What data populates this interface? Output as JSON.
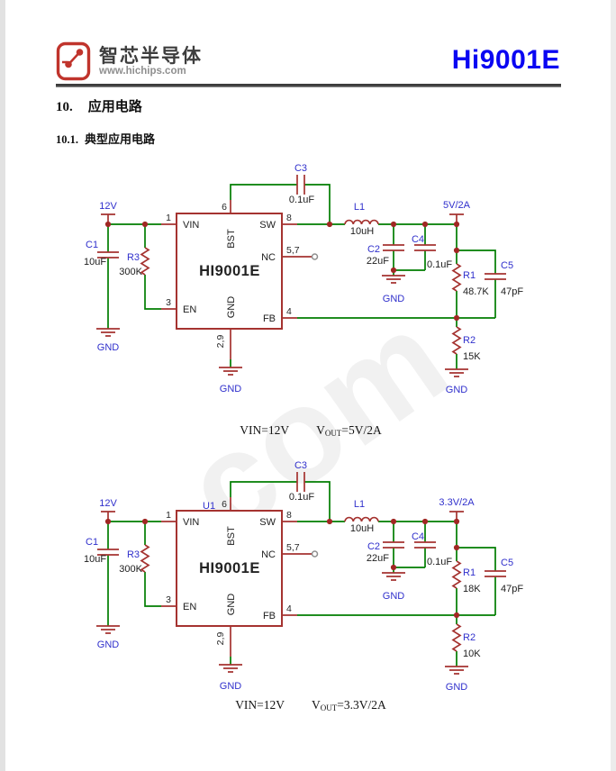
{
  "header": {
    "company": "智芯半导体",
    "website": "www.hichips.com",
    "part_number": "Hi9001E",
    "accent_blue": "#0a06f2",
    "logo_red": "#c0342c"
  },
  "sections": {
    "h1_num": "10.",
    "h1_title": "应用电路",
    "h2_num": "10.1.",
    "h2_title": "典型应用电路"
  },
  "watermark": "com",
  "colors": {
    "wire_green": "#007d00",
    "component_red": "#a53330",
    "label_blue": "#3030cc"
  },
  "circuits": [
    {
      "u_ref": "",
      "ic_name": "HI9001E",
      "vin_net": "12V",
      "vout_net": "5V/2A",
      "gnd_net": "GND",
      "pin_numbers": {
        "vin": "1",
        "en": "3",
        "bst": "6",
        "sw": "8",
        "nc": "5,7",
        "fb": "4",
        "gnd": "2,9"
      },
      "pin_names": {
        "vin": "VIN",
        "en": "EN",
        "bst": "BST",
        "sw": "SW",
        "nc": "NC",
        "fb": "FB",
        "gnd": "GND"
      },
      "c1_ref": "C1",
      "c1_val": "10uF",
      "r3_ref": "R3",
      "r3_val": "300K",
      "c3_ref": "C3",
      "c3_val": "0.1uF",
      "l1_ref": "L1",
      "l1_val": "10uH",
      "c2_ref": "C2",
      "c2_val": "22uF",
      "c4_ref": "C4",
      "c4_val": "0.1uF",
      "r1_ref": "R1",
      "r1_val": "48.7K",
      "c5_ref": "C5",
      "c5_val": "47pF",
      "r2_ref": "R2",
      "r2_val": "15K",
      "caption": {
        "vin": "VIN=12V",
        "v": "V",
        "sub": "OUT",
        "eq": "=5V/2A"
      }
    },
    {
      "u_ref": "U1",
      "ic_name": "HI9001E",
      "vin_net": "12V",
      "vout_net": "3.3V/2A",
      "gnd_net": "GND",
      "pin_numbers": {
        "vin": "1",
        "en": "3",
        "bst": "6",
        "sw": "8",
        "nc": "5,7",
        "fb": "4",
        "gnd": "2,9"
      },
      "pin_names": {
        "vin": "VIN",
        "en": "EN",
        "bst": "BST",
        "sw": "SW",
        "nc": "NC",
        "fb": "FB",
        "gnd": "GND"
      },
      "c1_ref": "C1",
      "c1_val": "10uF",
      "r3_ref": "R3",
      "r3_val": "300K",
      "c3_ref": "C3",
      "c3_val": "0.1uF",
      "l1_ref": "L1",
      "l1_val": "10uH",
      "c2_ref": "C2",
      "c2_val": "22uF",
      "c4_ref": "C4",
      "c4_val": "0.1uF",
      "r1_ref": "R1",
      "r1_val": "18K",
      "c5_ref": "C5",
      "c5_val": "47pF",
      "r2_ref": "R2",
      "r2_val": "10K",
      "caption": {
        "vin": "VIN=12V",
        "v": "V",
        "sub": "OUT",
        "eq": "=3.3V/2A"
      }
    }
  ]
}
